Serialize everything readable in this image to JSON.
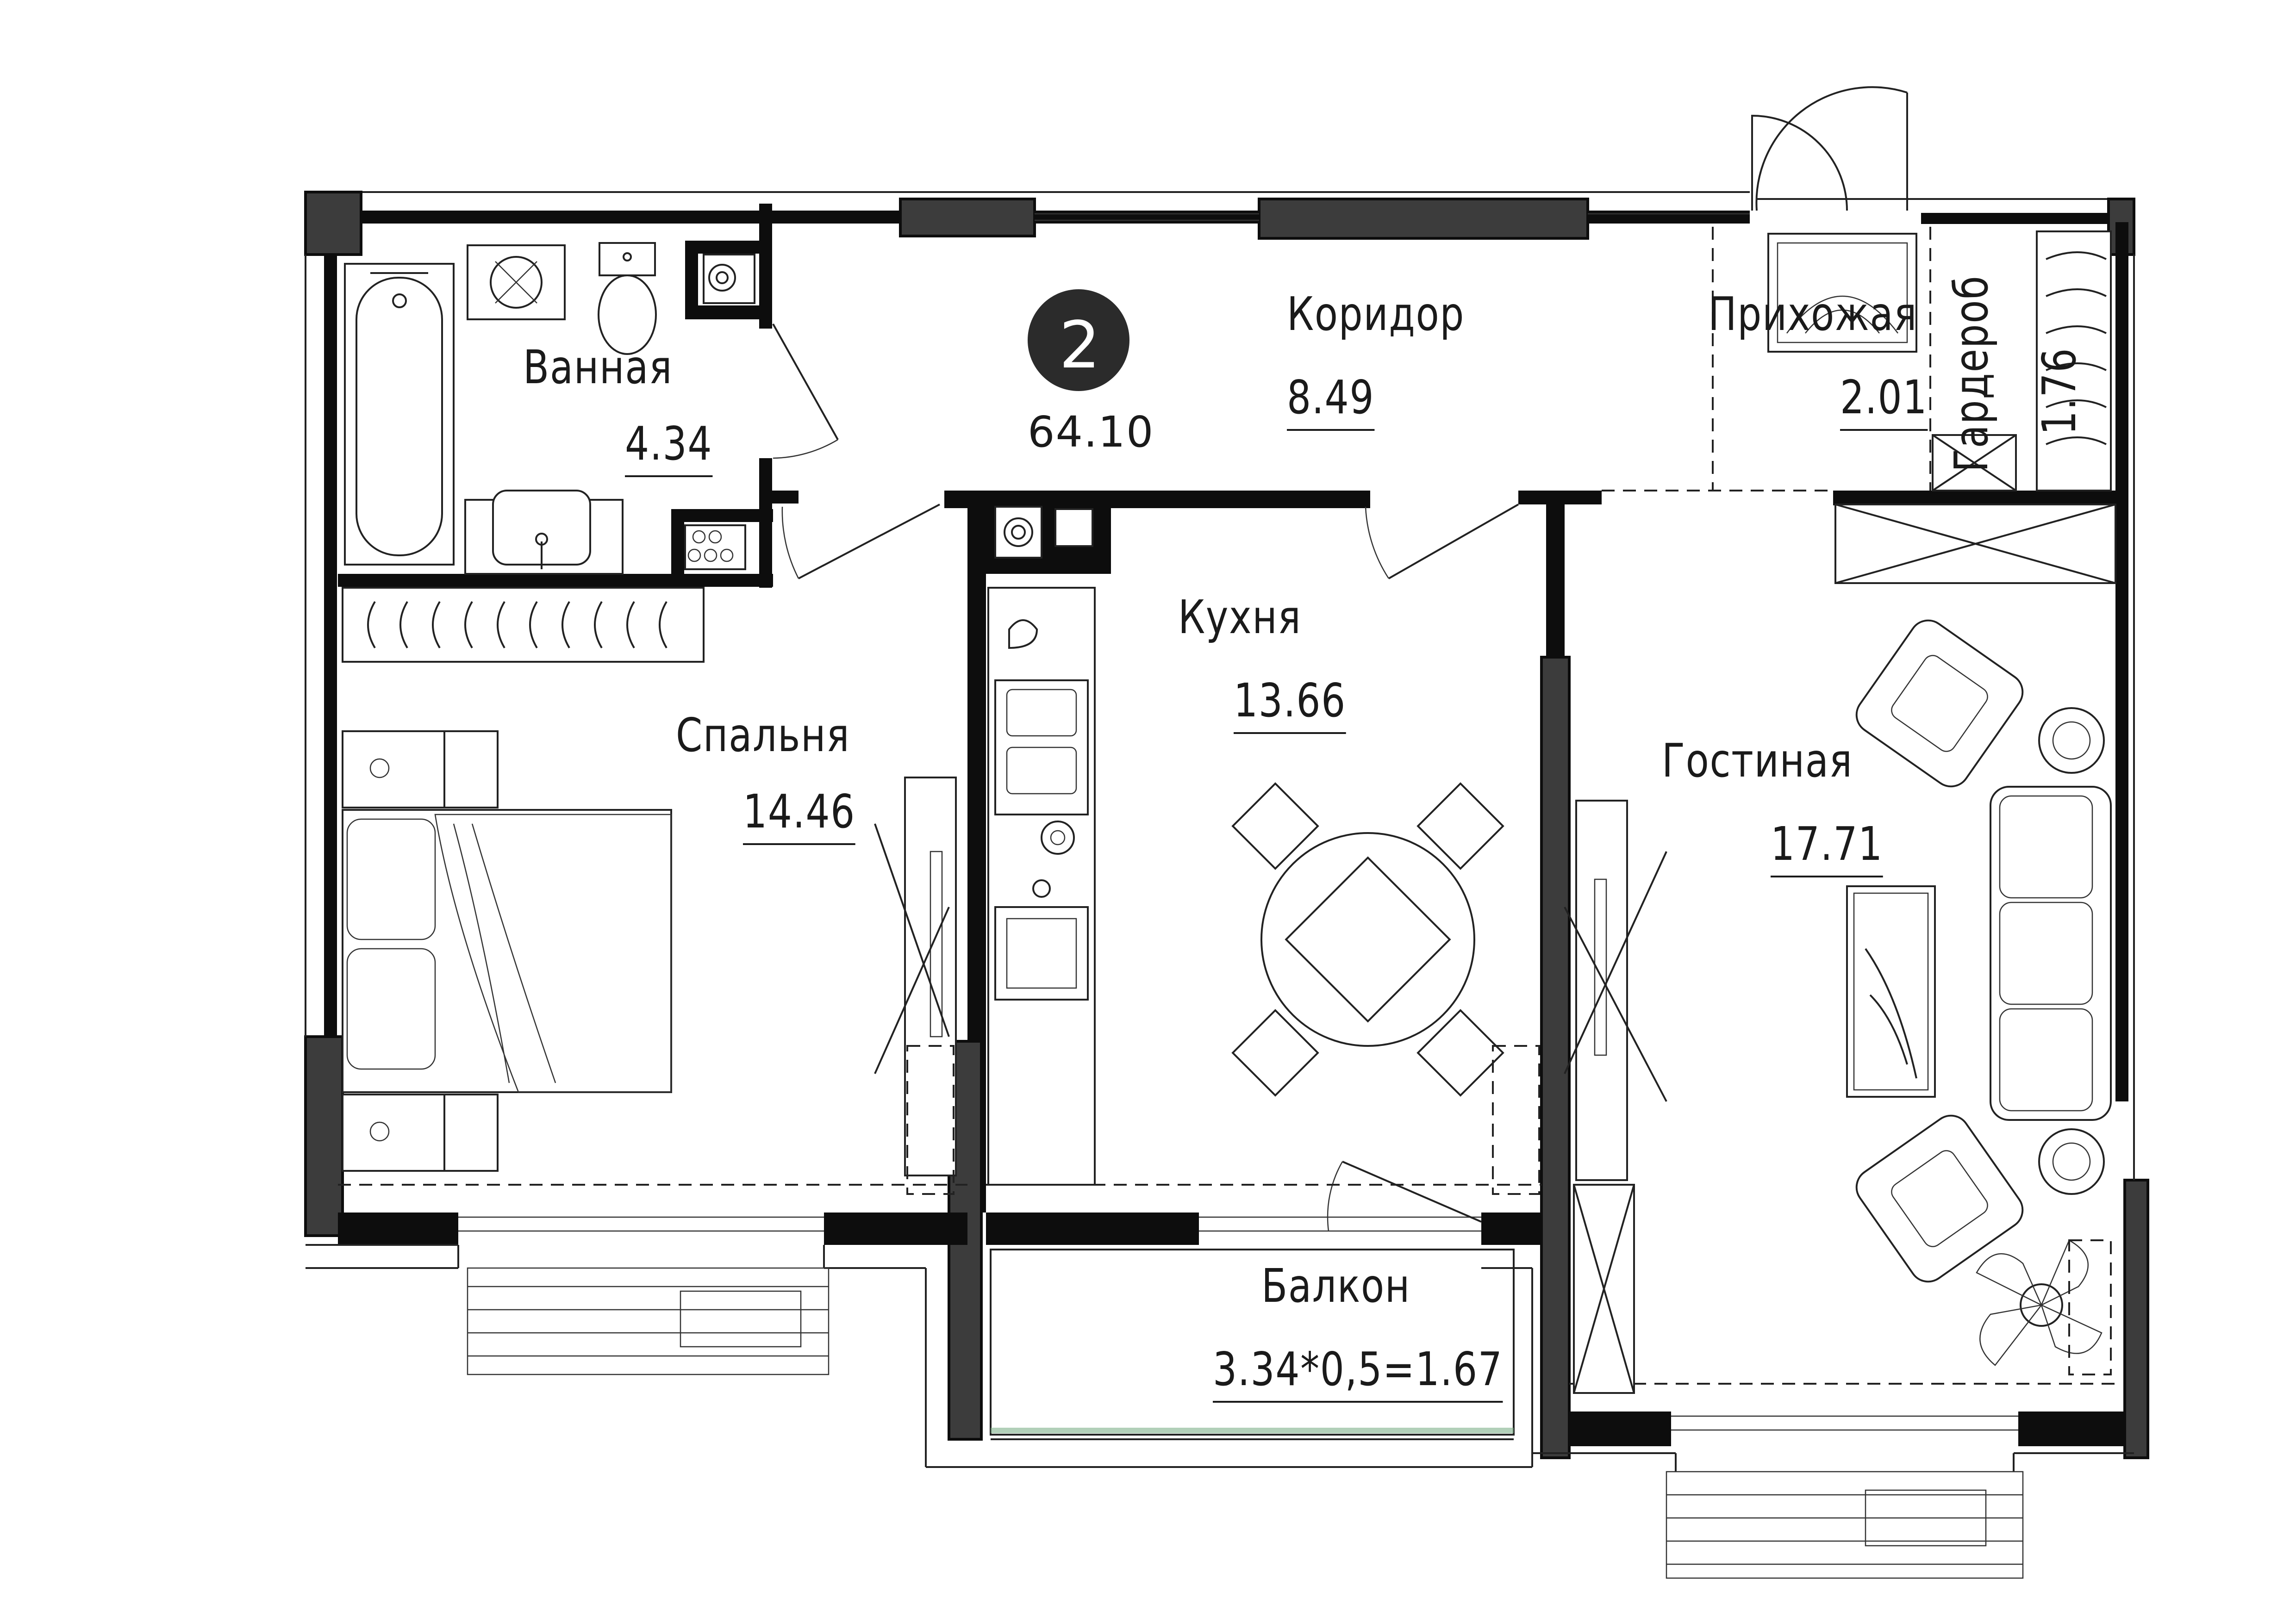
{
  "apartment": {
    "rooms_count": "2",
    "total_area": "64.10"
  },
  "rooms": {
    "bathroom": {
      "name": "Ванная",
      "area": "4.34"
    },
    "corridor": {
      "name": "Коридор",
      "area": "8.49"
    },
    "hallway": {
      "name": "Прихожая",
      "area": "2.01"
    },
    "wardrobe": {
      "name": "Гардероб",
      "area": "1.76"
    },
    "kitchen": {
      "name": "Кухня",
      "area": "13.66"
    },
    "bedroom": {
      "name": "Спальня",
      "area": "14.46"
    },
    "living": {
      "name": "Гостиная",
      "area": "17.71"
    },
    "balcony": {
      "name": "Балкон",
      "area": "3.34*0,5=1.67"
    }
  },
  "colors": {
    "wall": "#0d0d0d",
    "wall_column": "#3c3c3c",
    "badge": "#2b2b2b",
    "line": "#222222"
  },
  "icons": [
    "bathtub-icon",
    "toilet-icon",
    "washbasin-icon",
    "boiler-icon",
    "stove-icon",
    "sink-icon",
    "bed-icon",
    "sofa-icon",
    "armchair-icon",
    "dining-table-icon",
    "plant-icon",
    "clothes-rail-icon",
    "tv-stand-icon",
    "rug-icon"
  ]
}
